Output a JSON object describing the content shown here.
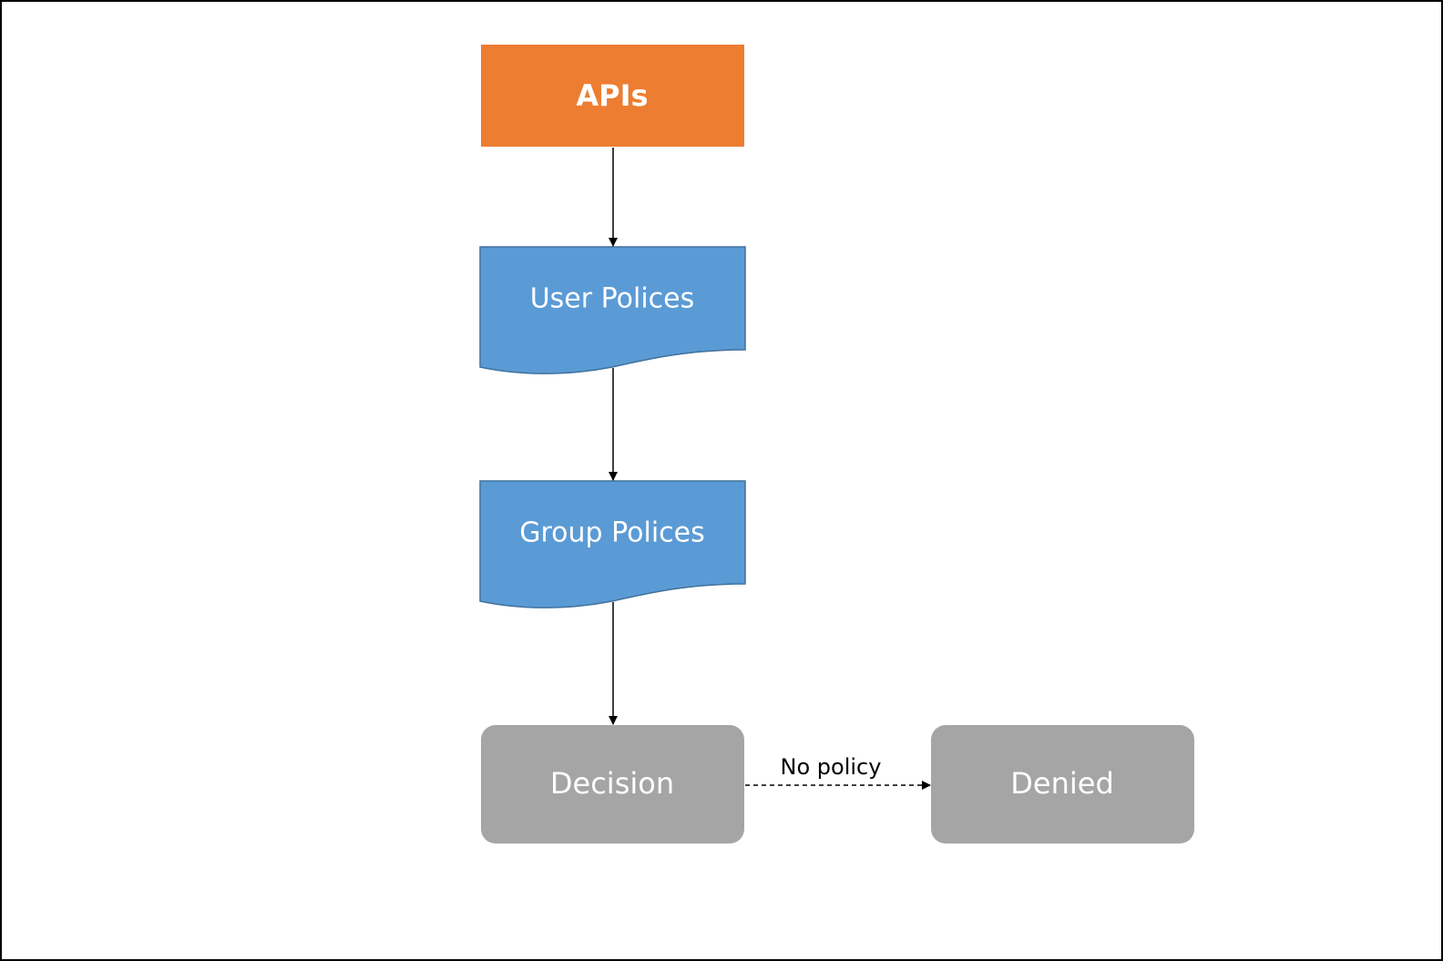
{
  "nodes": {
    "apis": {
      "label": "APIs",
      "color": "#ED7D31"
    },
    "user_policies": {
      "label": "User Polices",
      "color": "#5B9BD5"
    },
    "group_policies": {
      "label": "Group Polices",
      "color": "#5B9BD5"
    },
    "decision": {
      "label": "Decision",
      "color": "#A5A5A5"
    },
    "denied": {
      "label": "Denied",
      "color": "#A5A5A5"
    }
  },
  "edges": {
    "decision_to_denied": {
      "label": "No policy"
    }
  },
  "colors": {
    "document_stroke": "#41719C",
    "arrow": "#000000",
    "frame": "#000000"
  }
}
